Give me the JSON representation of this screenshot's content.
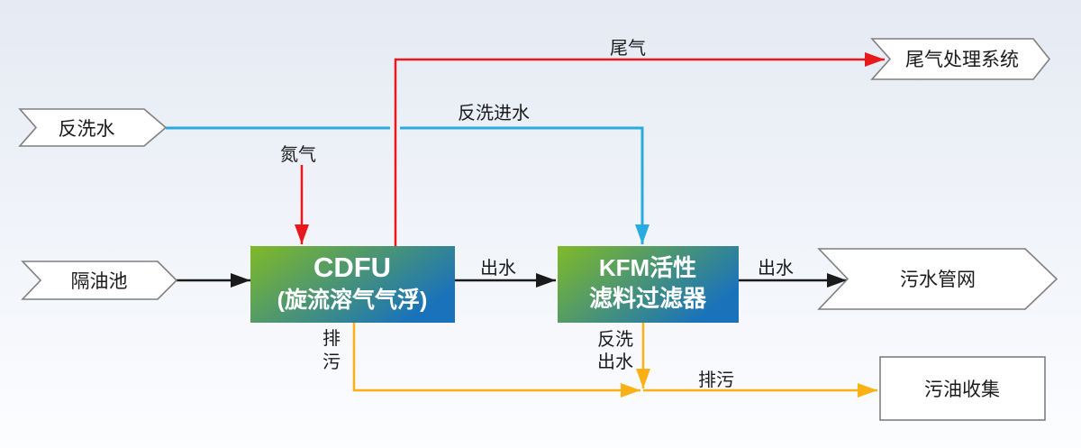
{
  "diagram": {
    "nodes": {
      "backwash_water": {
        "label": "反洗水"
      },
      "oil_separator": {
        "label": "隔油池"
      },
      "cdfu": {
        "title": "CDFU",
        "subtitle": "(旋流溶气气浮)"
      },
      "kfm": {
        "title": "KFM活性",
        "subtitle": "滤料过滤器"
      },
      "tail_gas_system": {
        "label": "尾气处理系统"
      },
      "sewage_network": {
        "label": "污水管网"
      },
      "oil_collection": {
        "label": "污油收集"
      }
    },
    "edges": {
      "tail_gas": {
        "label": "尾气"
      },
      "backwash_inlet": {
        "label": "反洗进水"
      },
      "nitrogen": {
        "label": "氮气"
      },
      "cdfu_outlet": {
        "label": "出水"
      },
      "kfm_outlet": {
        "label": "出水"
      },
      "cdfu_drain": {
        "line1": "排",
        "line2": "污"
      },
      "kfm_backwash_outlet": {
        "line1": "反洗",
        "line2": "出水"
      },
      "main_drain": {
        "label": "排污"
      }
    },
    "colors": {
      "red": "#e8191c",
      "cyan": "#29abe2",
      "yellow": "#fbb116",
      "black": "#1a1a1a",
      "box_gradient_start": "#80ba27",
      "box_gradient_end": "#1a73ba",
      "shape_border": "#7f7f7f",
      "bg_top": "#e5eaf3",
      "bg_bottom": "#fcfdff"
    }
  }
}
